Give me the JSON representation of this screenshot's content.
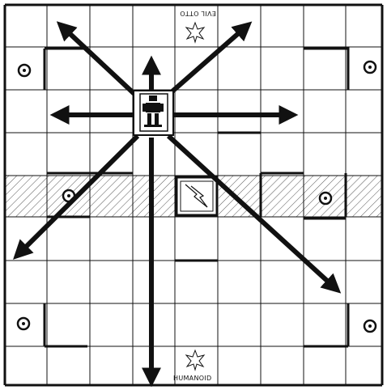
{
  "board": {
    "colors": {
      "ink": "#111111",
      "paper": "#ffffff",
      "hatch": "#555555"
    }
  },
  "start_spaces": {
    "top_label": "EVIL OTTO",
    "bottom_label": "HUMANOID",
    "icon": "starburst-icon"
  },
  "piece": {
    "name": "robot-piece",
    "icon": "robot-icon"
  },
  "center_tile": {
    "icon": "lightning-bolt-icon"
  },
  "arrows": [
    {
      "direction": "north-west"
    },
    {
      "direction": "north"
    },
    {
      "direction": "north-east"
    },
    {
      "direction": "west"
    },
    {
      "direction": "east"
    },
    {
      "direction": "south-west"
    },
    {
      "direction": "south"
    },
    {
      "direction": "south-east"
    }
  ],
  "marker_icon": "circled-starburst-icon"
}
